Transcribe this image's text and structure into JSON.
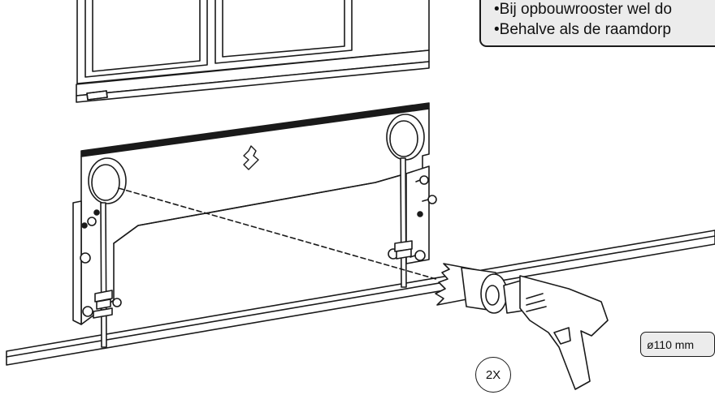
{
  "notes": {
    "lines": [
      "•Bij opbouwrooster wel do",
      "•Behalve als de raamdorp"
    ]
  },
  "hole_size_label": "ø110 mm",
  "repeat_badge": "2X",
  "colors": {
    "line": "#1a1a1a",
    "fill": "#ffffff",
    "box_fill": "#ececec",
    "shadow": "#e8e8e8"
  },
  "icons": [
    "window-frame",
    "mounting-plate",
    "pipe-bracket",
    "hole-saw-drill"
  ]
}
